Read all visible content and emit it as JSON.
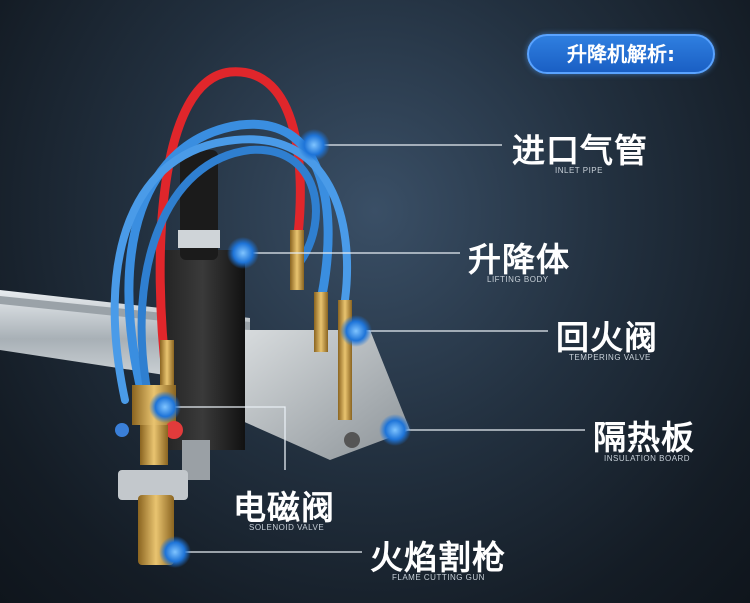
{
  "header": {
    "badge_text": "升降机解析:"
  },
  "callouts": [
    {
      "cn": "进口气管",
      "en": "INLET PIPE"
    },
    {
      "cn": "升降体",
      "en": "LIFTING BODY"
    },
    {
      "cn": "回火阀",
      "en": "TEMPERING VALVE"
    },
    {
      "cn": "隔热板",
      "en": "INSULATION BOARD"
    },
    {
      "cn": "电磁阀",
      "en": "SOLENOID VALVE"
    },
    {
      "cn": "火焰割枪",
      "en": "FLAME CUTTING GUN"
    }
  ],
  "colors": {
    "accent": "#1e6ad0",
    "hose_blue": "#3a8ee0",
    "hose_red": "#e0262b",
    "brass": "#c9a04a"
  }
}
